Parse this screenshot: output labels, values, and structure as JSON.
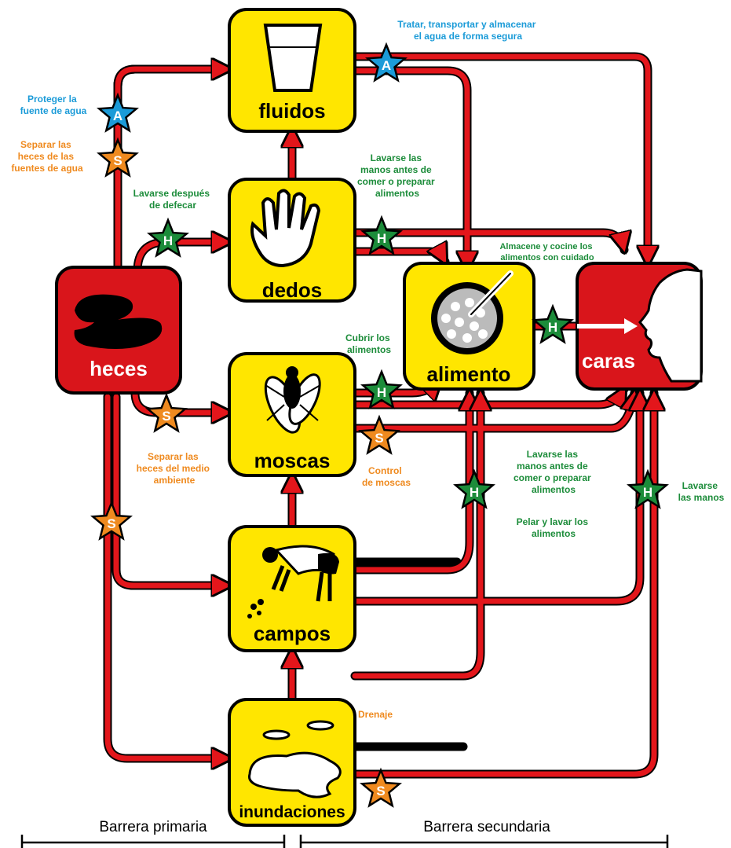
{
  "nodes": {
    "heces": "heces",
    "fluidos": "fluidos",
    "dedos": "dedos",
    "moscas": "moscas",
    "campos": "campos",
    "inundaciones": "inundaciones",
    "alimento": "alimento",
    "caras": "caras"
  },
  "stars": {
    "A": "A",
    "S": "S",
    "H": "H"
  },
  "labels": {
    "tratar": [
      "Tratar, transportar y almacenar",
      "el agua de forma segura"
    ],
    "proteger": [
      "Proteger la",
      "fuente de agua"
    ],
    "separar_fuentes": [
      "Separar las",
      "heces de las",
      "fuentes de agua"
    ],
    "lavarse_despues": [
      "Lavarse después",
      "de defecar"
    ],
    "lavarse_antes_top": [
      "Lavarse las",
      "manos antes de",
      "comer o preparar",
      "alimentos"
    ],
    "almacene": [
      "Almacene y cocine los",
      "alimentos con cuidado"
    ],
    "cubrir": [
      "Cubrir los",
      "alimentos"
    ],
    "separar_medio": [
      "Separar las",
      "heces del medio",
      "ambiente"
    ],
    "control": [
      "Control",
      "de moscas"
    ],
    "lavarse_antes_mid": [
      "Lavarse las",
      "manos antes de",
      "comer o preparar",
      "alimentos"
    ],
    "pelar": [
      "Pelar y lavar los",
      "alimentos"
    ],
    "lavarse_manos": [
      "Lavarse",
      "las manos"
    ],
    "drenaje": [
      "Drenaje"
    ]
  },
  "barriers": {
    "primary": "Barrera primaria",
    "secondary": "Barrera secundaria"
  },
  "colors": {
    "arrow": "#e3161b",
    "box_yellow": "#ffe600",
    "box_red": "#d9151b",
    "star_blue": "#1b9bd8",
    "star_orange": "#ef8a1f",
    "star_green": "#1c8c3a"
  }
}
